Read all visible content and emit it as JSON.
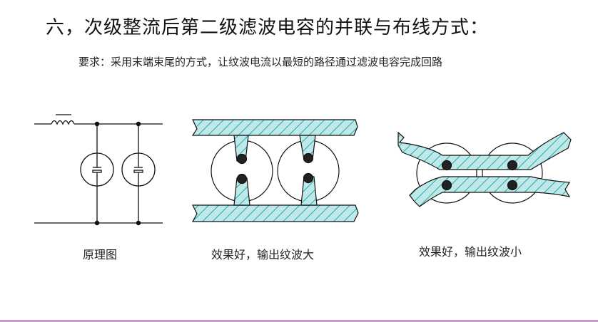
{
  "slide": {
    "title": "六，次级整流后第二级滤波电容的并联与布线方式：",
    "requirement": "要求：采用末端束尾的方式，让纹波电流以最短的路径通过滤波电容完成回路"
  },
  "figures": [
    {
      "id": "schematic",
      "caption": "原理图"
    },
    {
      "id": "good-layout",
      "caption": "效果好，输出纹波大"
    },
    {
      "id": "better-layout",
      "caption": "效果好，输出纹波小"
    }
  ],
  "colors": {
    "copper_fill": "#bfe9e9",
    "hatch": "#2aa6a6",
    "line": "#111111",
    "accent_bottom": "#c79ad0"
  }
}
